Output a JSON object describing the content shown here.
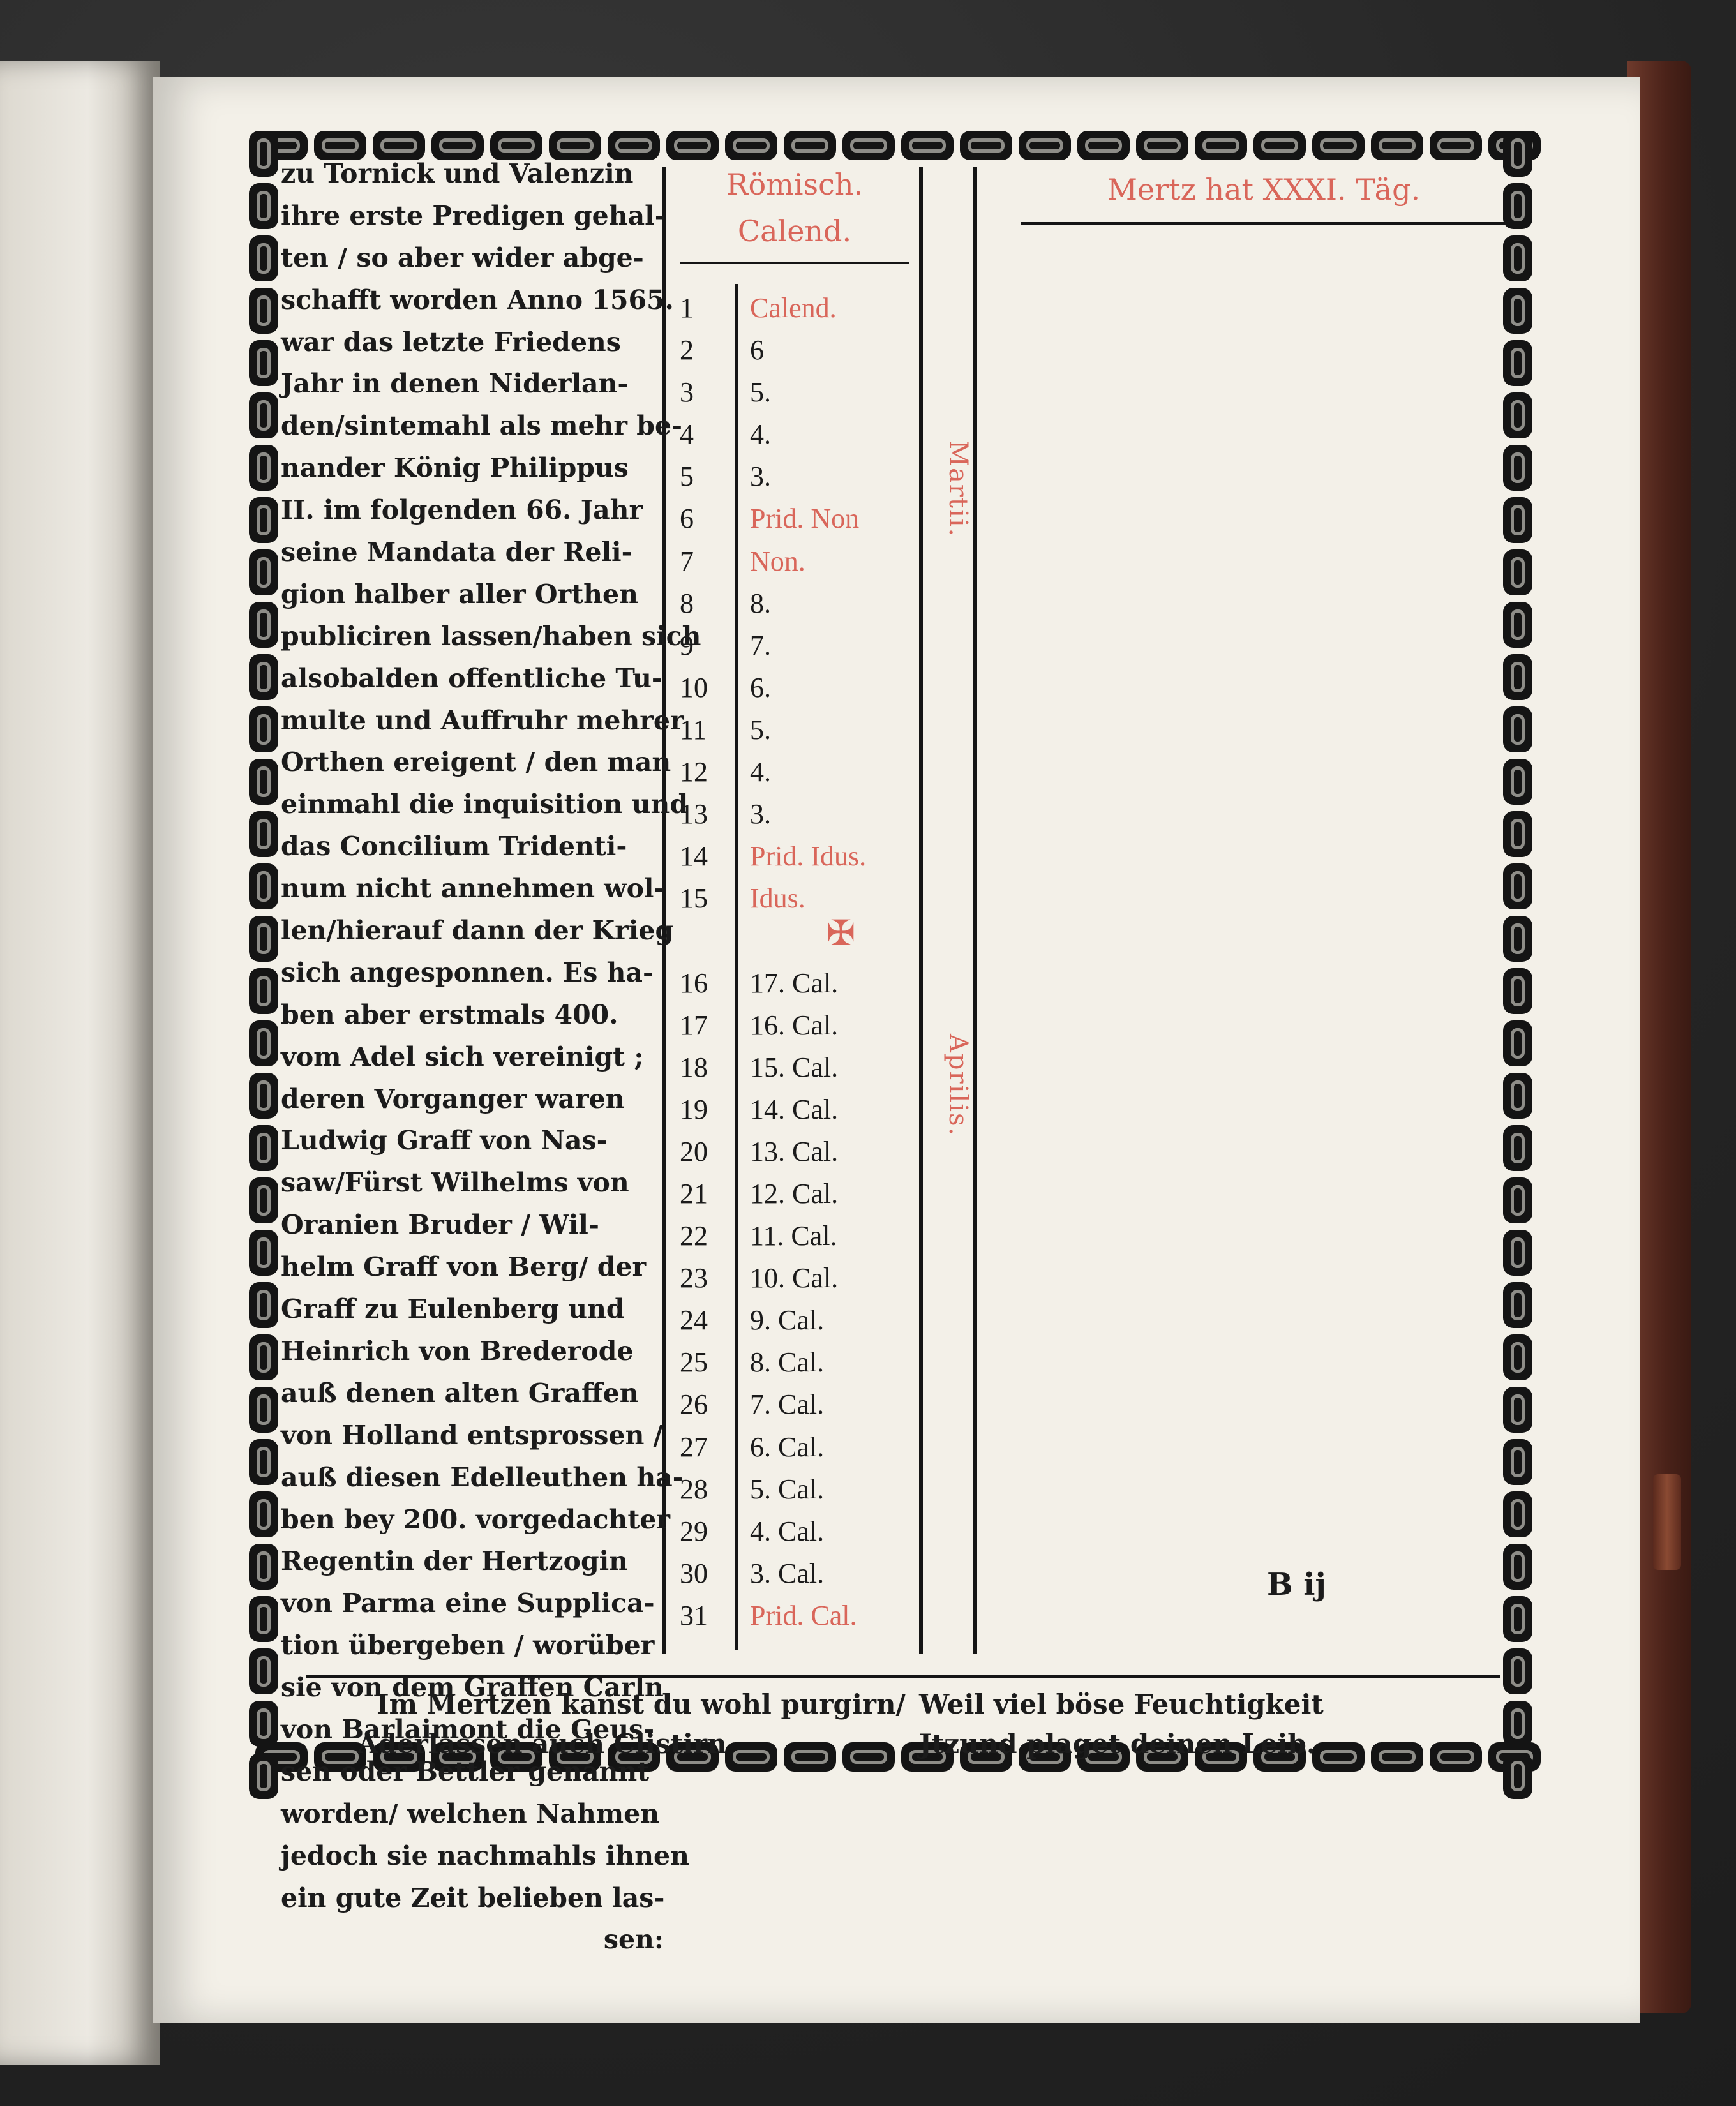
{
  "month_heading": "Mertz hat XXXI. Täg.",
  "roman_header": {
    "line1": "Römisch.",
    "line2": "Calend."
  },
  "side_labels": {
    "martii": "Martii.",
    "aprilis": "Aprilis."
  },
  "narrative_lines": [
    "zu Tornick und Valenzin",
    "ihre erste Predigen gehal-",
    "ten / so aber wider abge-",
    "schafft worden Anno 1565.",
    "war das letzte Friedens",
    "Jahr in denen Niderlan-",
    "den/sintemahl als mehr be-",
    "nander König Philippus",
    "II. im folgenden 66. Jahr",
    "seine Mandata der Reli-",
    "gion halber aller Orthen",
    "publiciren lassen/haben sich",
    "alsobalden offentliche Tu-",
    "multe und Auffruhr mehrer",
    "Orthen ereigent / den man",
    "einmahl die inquisition und",
    "das Concilium Tridenti-",
    "num nicht annehmen wol-",
    "len/hierauf dann der Krieg",
    "sich angesponnen. Es ha-",
    "ben aber erstmals 400.",
    "vom Adel sich vereinigt ;",
    "deren Vorganger waren",
    "Ludwig Graff von Nas-",
    "saw/Fürst Wilhelms von",
    "Oranien Bruder / Wil-",
    "helm Graff von Berg/ der",
    "Graff zu Eulenberg und",
    "Heinrich von Brederode",
    "auß denen alten Graffen",
    "von Holland entsprossen /",
    "auß diesen Edelleuthen ha-",
    "ben bey 200. vorgedachter",
    "Regentin der Hertzogin",
    "von Parma eine Supplica-",
    "tion übergeben / worüber",
    "sie von dem Graffen Carln",
    "von Barlaimont die Geus-",
    "sen oder Bettler genannt",
    "worden/ welchen Nahmen",
    "jedoch sie nachmahls ihnen",
    "ein gute Zeit belieben las-",
    "sen:"
  ],
  "calendar_rows": [
    {
      "day": "1",
      "roman": "Calend.",
      "red": true
    },
    {
      "day": "2",
      "roman": "6",
      "red": false
    },
    {
      "day": "3",
      "roman": "5.",
      "red": false
    },
    {
      "day": "4",
      "roman": "4.",
      "red": false
    },
    {
      "day": "5",
      "roman": "3.",
      "red": false
    },
    {
      "day": "6",
      "roman": "Prid. Non",
      "red": true
    },
    {
      "day": "7",
      "roman": "Non.",
      "red": true
    },
    {
      "day": "8",
      "roman": "8.",
      "red": false
    },
    {
      "day": "9",
      "roman": "7.",
      "red": false
    },
    {
      "day": "10",
      "roman": "6.",
      "red": false
    },
    {
      "day": "11",
      "roman": "5.",
      "red": false
    },
    {
      "day": "12",
      "roman": "4.",
      "red": false
    },
    {
      "day": "13",
      "roman": "3.",
      "red": false
    },
    {
      "day": "14",
      "roman": "Prid. Idus.",
      "red": true
    },
    {
      "day": "15",
      "roman": "Idus.",
      "red": true
    },
    {
      "day": "",
      "roman": "",
      "red": false
    },
    {
      "day": "16",
      "roman": "17. Cal.",
      "red": false
    },
    {
      "day": "17",
      "roman": "16. Cal.",
      "red": false
    },
    {
      "day": "18",
      "roman": "15. Cal.",
      "red": false
    },
    {
      "day": "19",
      "roman": "14. Cal.",
      "red": false
    },
    {
      "day": "20",
      "roman": "13. Cal.",
      "red": false
    },
    {
      "day": "21",
      "roman": "12. Cal.",
      "red": false
    },
    {
      "day": "22",
      "roman": "11. Cal.",
      "red": false
    },
    {
      "day": "23",
      "roman": "10. Cal.",
      "red": false
    },
    {
      "day": "24",
      "roman": "9. Cal.",
      "red": false
    },
    {
      "day": "25",
      "roman": "8. Cal.",
      "red": false
    },
    {
      "day": "26",
      "roman": "7. Cal.",
      "red": false
    },
    {
      "day": "27",
      "roman": "6. Cal.",
      "red": false
    },
    {
      "day": "28",
      "roman": "5. Cal.",
      "red": false
    },
    {
      "day": "29",
      "roman": "4. Cal.",
      "red": false
    },
    {
      "day": "30",
      "roman": "3. Cal.",
      "red": false
    },
    {
      "day": "31",
      "roman": "Prid. Cal.",
      "red": true
    }
  ],
  "cross_symbol": "✠",
  "signature_mark": "B ij",
  "verse": {
    "left_line1": "Im Mertzen kanst du wohl purgirn/",
    "left_line2": "Aderlassen auch Clistirn",
    "right_line1": "Weil viel böse Feuchtigkeit",
    "right_line2": "Jtzund plaget deinen Leib."
  },
  "colors": {
    "ink": "#1b1b1b",
    "rubric": "#d9665a",
    "paper": "#f3f0e8"
  }
}
